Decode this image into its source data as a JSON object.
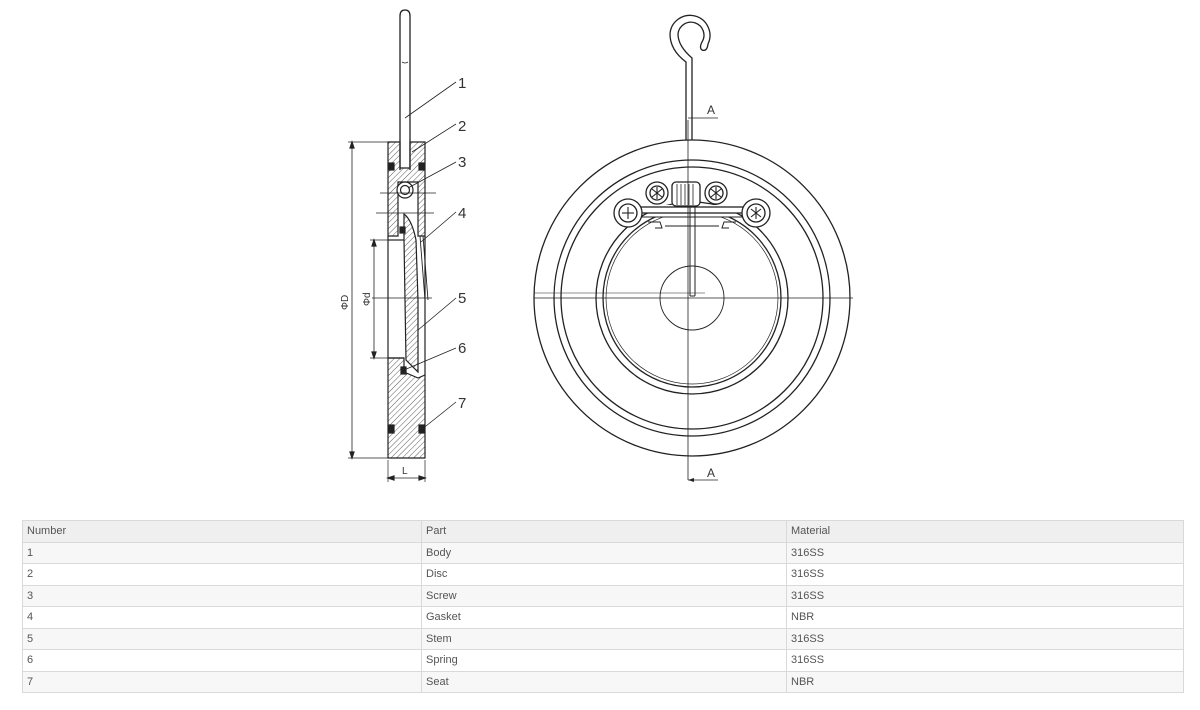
{
  "drawing": {
    "section_view": {
      "balloons": [
        "1",
        "2",
        "3",
        "4",
        "5",
        "6",
        "7"
      ],
      "dimensions": {
        "outer_diameter": "ΦD",
        "inner_diameter": "Φd",
        "length": "L"
      }
    },
    "front_view": {
      "section_marks": [
        "A",
        "A"
      ]
    }
  },
  "table": {
    "headers": [
      "Number",
      "Part",
      "Material"
    ],
    "rows": [
      [
        "1",
        "Body",
        "316SS"
      ],
      [
        "2",
        "Disc",
        "316SS"
      ],
      [
        "3",
        "Screw",
        "316SS"
      ],
      [
        "4",
        "Gasket",
        "NBR"
      ],
      [
        "5",
        "Stem",
        "316SS"
      ],
      [
        "6",
        "Spring",
        "316SS"
      ],
      [
        "7",
        "Seat",
        "NBR"
      ]
    ]
  }
}
